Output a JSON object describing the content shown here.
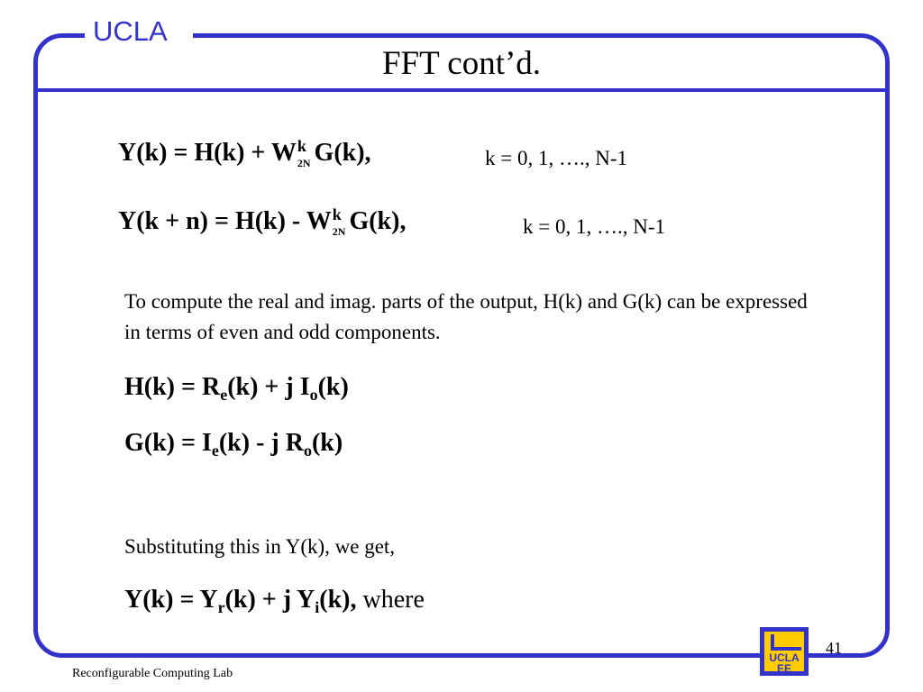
{
  "header": {
    "brand": "UCLA",
    "title": "FFT cont’d."
  },
  "equations": {
    "y_k": {
      "lhs": "Y(k) = H(k) + W",
      "sup": "k",
      "sub": "2N",
      "rhs": "G(k),",
      "range": "k = 0, 1, …., N-1"
    },
    "y_k_plus_n": {
      "lhs": "Y(k + n) = H(k) - W",
      "sup": "k",
      "sub": "2N",
      "rhs": "G(k),",
      "range": "k = 0, 1, …., N-1"
    }
  },
  "body": {
    "paragraph": "To compute the real and imag. parts of the output, H(k) and G(k) can be expressed in terms of even and odd components.",
    "h_eq": {
      "t1": "H(k) = R",
      "s1": "e",
      "t2": "(k) + j I",
      "s2": "o",
      "t3": "(k)"
    },
    "g_eq": {
      "t1": "G(k) = I",
      "s1": "e",
      "t2": "(k) - j R",
      "s2": "o",
      "t3": "(k)"
    },
    "substituting": "Substituting this in Y(k), we get,",
    "y_eq": {
      "t1": "Y(k) = Y",
      "s1": "r",
      "t2": "(k) + j Y",
      "s2": "i",
      "t3": "(k),",
      "where": " where"
    }
  },
  "footer": {
    "lab": "Reconfigurable Computing Lab",
    "page": "41",
    "logo_text": "UCLA EE"
  },
  "colors": {
    "frame": "#3333cc",
    "logo_background": "#ffcc00"
  }
}
